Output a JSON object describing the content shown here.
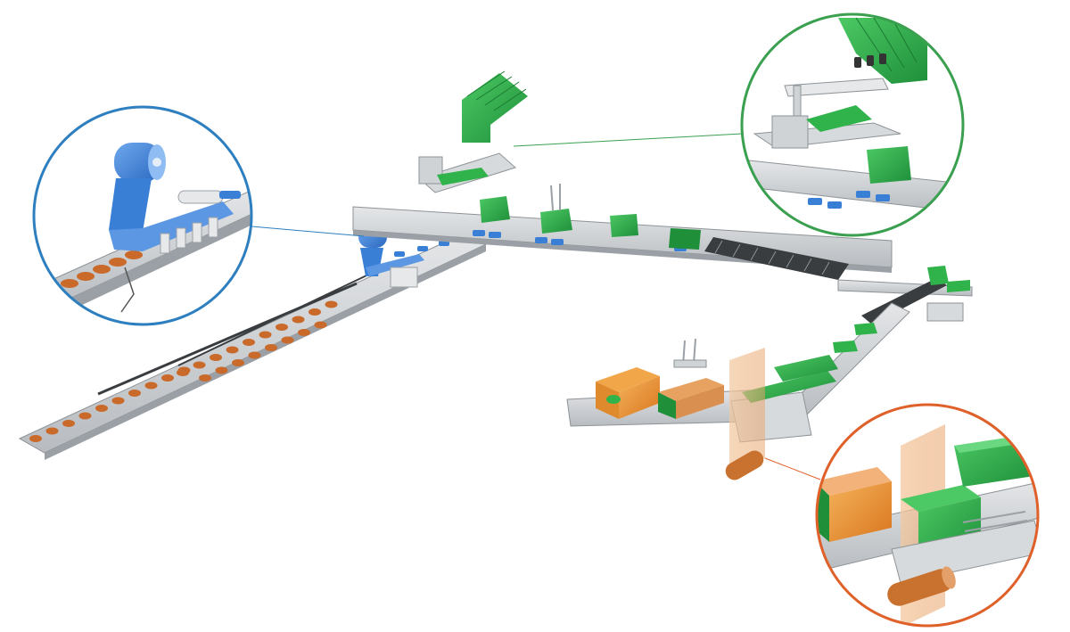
{
  "scene": {
    "colors": {
      "background": "#ffffff",
      "conveyor": "#c9ccce",
      "conveyor_dark": "#8e9397",
      "product": "#c96a2b",
      "film_blue": "#3a7fd6",
      "tray_green": "#2fb34a",
      "carton_green": "#1f8f3a",
      "case_orange": "#e8932e",
      "callout_blue": "#2e7fc0",
      "callout_green": "#3aa04f",
      "callout_orange": "#e0602a",
      "leader_line_blue": "#2e7fc0",
      "leader_line_green": "#3aa04f",
      "leader_line_orange": "#e0602a"
    },
    "callouts": [
      {
        "id": "detail-flow-wrapper",
        "color": "callout_blue",
        "icon": "flow-wrapper-detail"
      },
      {
        "id": "detail-tray-erector",
        "color": "callout_green",
        "icon": "tray-erector-detail"
      },
      {
        "id": "detail-case-wrap",
        "color": "callout_orange",
        "icon": "case-wrapper-detail"
      }
    ],
    "stations": [
      "product-infeed-conveyor",
      "flow-wrapper",
      "pack-transfer-conveyor",
      "tray-magazine",
      "tray-loading-line",
      "pack-accumulator",
      "tray-stacker",
      "case-packer",
      "finished-case-discharge"
    ]
  }
}
